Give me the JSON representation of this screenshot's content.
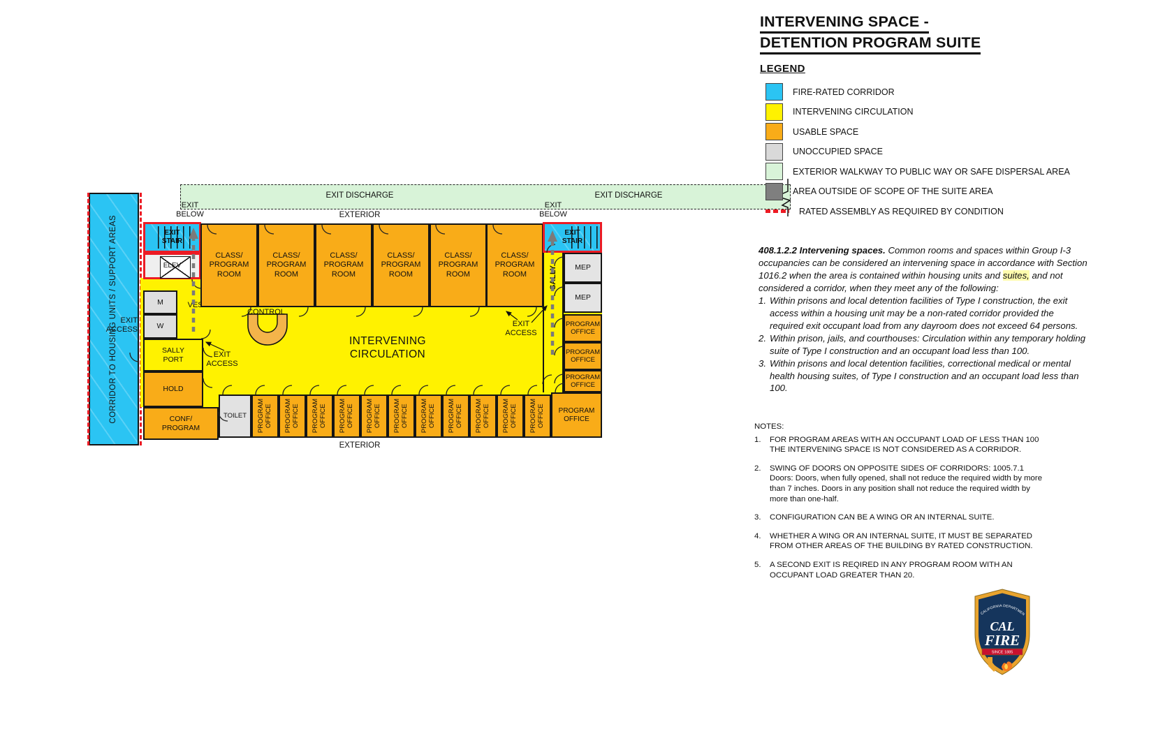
{
  "title": {
    "line1": "INTERVENING SPACE -",
    "line2": "DETENTION PROGRAM SUITE"
  },
  "legend": {
    "heading": "LEGEND",
    "items": [
      {
        "label": "FIRE-RATED CORRIDOR",
        "color": "#2BC4F3"
      },
      {
        "label": "INTERVENING CIRCULATION",
        "color": "#FFF200"
      },
      {
        "label": "USABLE SPACE",
        "color": "#F9AC18"
      },
      {
        "label": "UNOCCUPIED SPACE",
        "color": "#D9D9D9"
      },
      {
        "label": "EXTERIOR WALKWAY TO PUBLIC WAY OR SAFE DISPERSAL AREA",
        "color": "#D8F3D8"
      },
      {
        "label": "AREA OUTSIDE OF SCOPE OF THE SUITE AREA",
        "color": "#7F7F7F"
      },
      {
        "label": "RATED ASSEMBLY AS REQUIRED BY CONDITION",
        "color": "#EC1B24"
      }
    ]
  },
  "code": {
    "ref_bold": "408.1.2.2 Intervening spaces.",
    "body_pre": "Common rooms and spaces within Group I-3 occupancies can be considered an intervening space in accordance with Section 1016.2 when the area is contained within housing units and",
    "highlight": "suites,",
    "body_post": "and not considered a corridor, when they meet any of the following:",
    "items": [
      "Within prisons and local detention facilities of Type I construction, the exit access within a housing unit may be a non-rated corridor provided the required exit occupant load from any dayroom does not exceed 64 persons.",
      "Within prison, jails, and courthouses: Circulation within any temporary holding suite of Type I construction and an occupant load less than 100.",
      "Within prisons and local detention facilities, correctional medical or mental health housing suites, of Type I construction and an occupant load less than 100."
    ]
  },
  "notes": {
    "heading": "NOTES:",
    "items": [
      "FOR PROGRAM AREAS WITH AN OCCUPANT LOAD OF LESS THAN 100 THE INTERVENING SPACE IS NOT CONSIDERED AS A CORRIDOR.",
      "SWING OF DOORS ON OPPOSITE SIDES OF CORRIDORS: 1005.7.1 Doors: Doors, when fully opened, shall not reduce the required width by more than 7 inches. Doors in any position shall not reduce the required width by more than one-half.",
      "CONFIGURATION CAN BE A WING OR AN INTERNAL SUITE.",
      "WHETHER A WING OR AN INTERNAL SUITE, IT MUST BE SEPARATED FROM OTHER AREAS OF THE BUILDING BY RATED CONSTRUCTION.",
      "A SECOND EXIT IS REQIRED IN ANY PROGRAM ROOM WITH AN OCCUPANT LOAD GREATER THAN 20."
    ]
  },
  "plan": {
    "corridor_label": "CORRIDOR TO HOUSING UNITS / SUPPORT AREAS",
    "exit_access": "EXIT\nACCESS",
    "exit_below": "EXIT\nBELOW",
    "exit_discharge": "EXIT DISCHARGE",
    "exterior": "EXTERIOR",
    "rooms": {
      "exit_stair": "EXIT\nSTAIR",
      "elev": "ELEV",
      "men": "M",
      "women": "W",
      "vest": "VEST",
      "sally_port": "SALLY\nPORT",
      "hold": "HOLD",
      "conf_program": "CONF/\nPROGRAM",
      "toilet": "TOILET",
      "class_program_room": "CLASS/\nPROGRAM\nROOM",
      "control": "CONTROL",
      "intervening_circulation": "INTERVENING\nCIRCULATION",
      "program_office": "PROGRAM\nOFFICE",
      "mep": "MEP",
      "sally": "SALLY"
    }
  },
  "logo": {
    "arc_text": "CALIFORNIA DEPARTMENT OF FORESTRY & FIRE PROTECTION",
    "cal": "CAL",
    "fire": "FIRE",
    "since": "SINCE 1885"
  },
  "colors": {
    "fire_rated_corridor": "#2BC4F3",
    "intervening_circulation": "#FFF200",
    "usable_space": "#F9AC18",
    "unoccupied_space": "#D9D9D9",
    "exterior_walkway": "#D8F3D8",
    "outside_scope": "#7F7F7F",
    "rated_assembly": "#EC1B24"
  }
}
